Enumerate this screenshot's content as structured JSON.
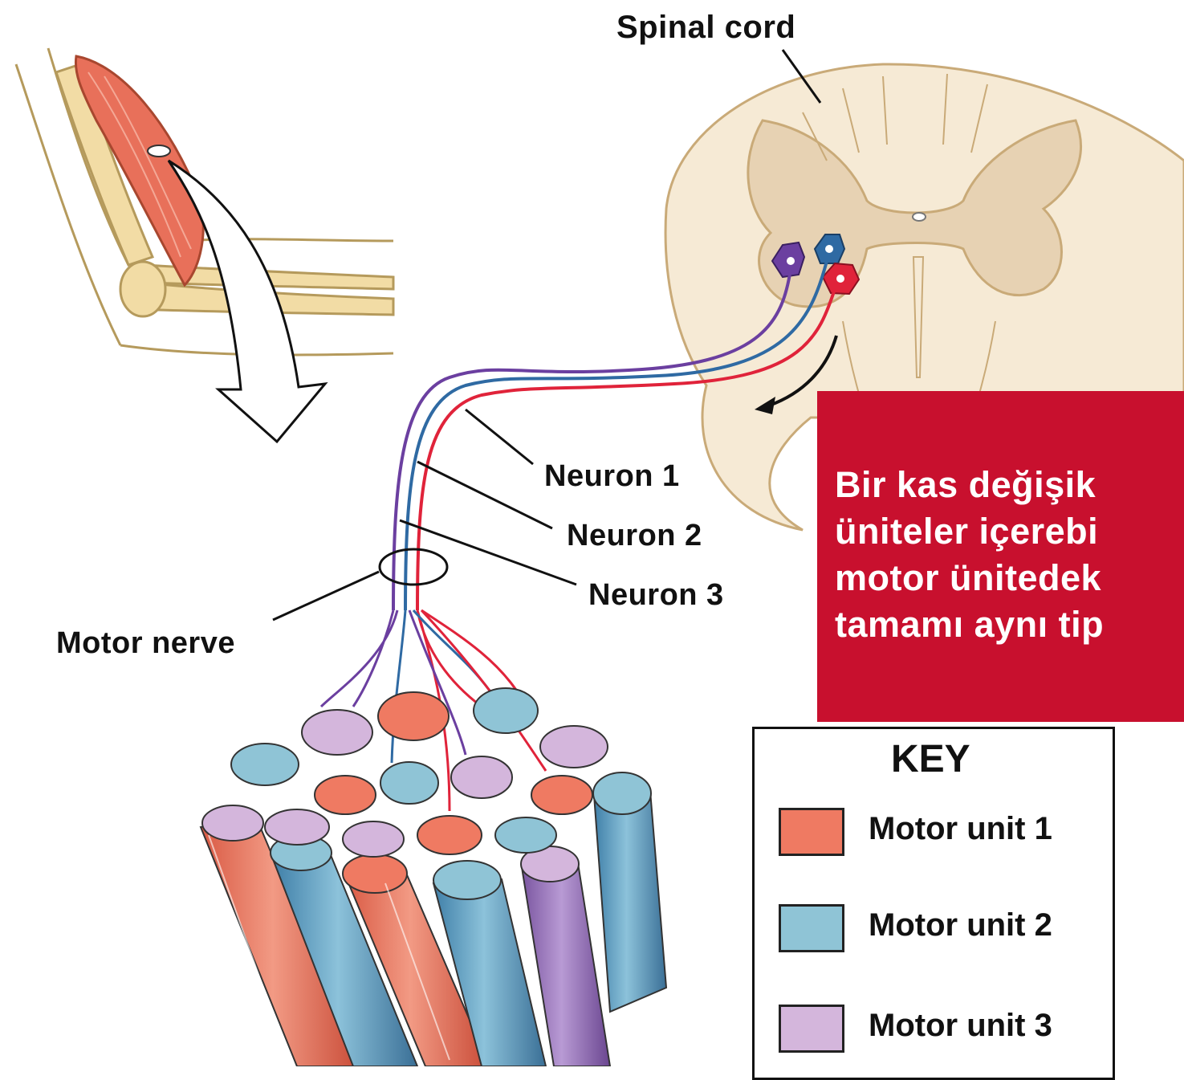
{
  "labels": {
    "spinal_cord": "Spinal cord",
    "neuron_1": "Neuron 1",
    "neuron_2": "Neuron 2",
    "neuron_3": "Neuron 3",
    "motor_nerve": "Motor nerve"
  },
  "callout": {
    "lines": [
      "Bir kas değişik",
      "üniteler içerebi",
      "motor ünitedek",
      "tamamı aynı tip"
    ],
    "background": "#c8102e",
    "text_color": "#ffffff"
  },
  "key": {
    "title": "KEY",
    "items": [
      {
        "label": "Motor unit 1",
        "color": "#ef7a62"
      },
      {
        "label": "Motor unit 2",
        "color": "#8fc4d6"
      },
      {
        "label": "Motor unit 3",
        "color": "#d4b6dc"
      }
    ]
  },
  "colors": {
    "neuron_1": "#6b3fa0",
    "neuron_2": "#2f6aa3",
    "neuron_3": "#e0233a",
    "spinal_white_matter": "#f6ead5",
    "spinal_gray_matter": "#e7d2b3",
    "muscle": "#e8705a",
    "bone": "#f2dca5"
  }
}
